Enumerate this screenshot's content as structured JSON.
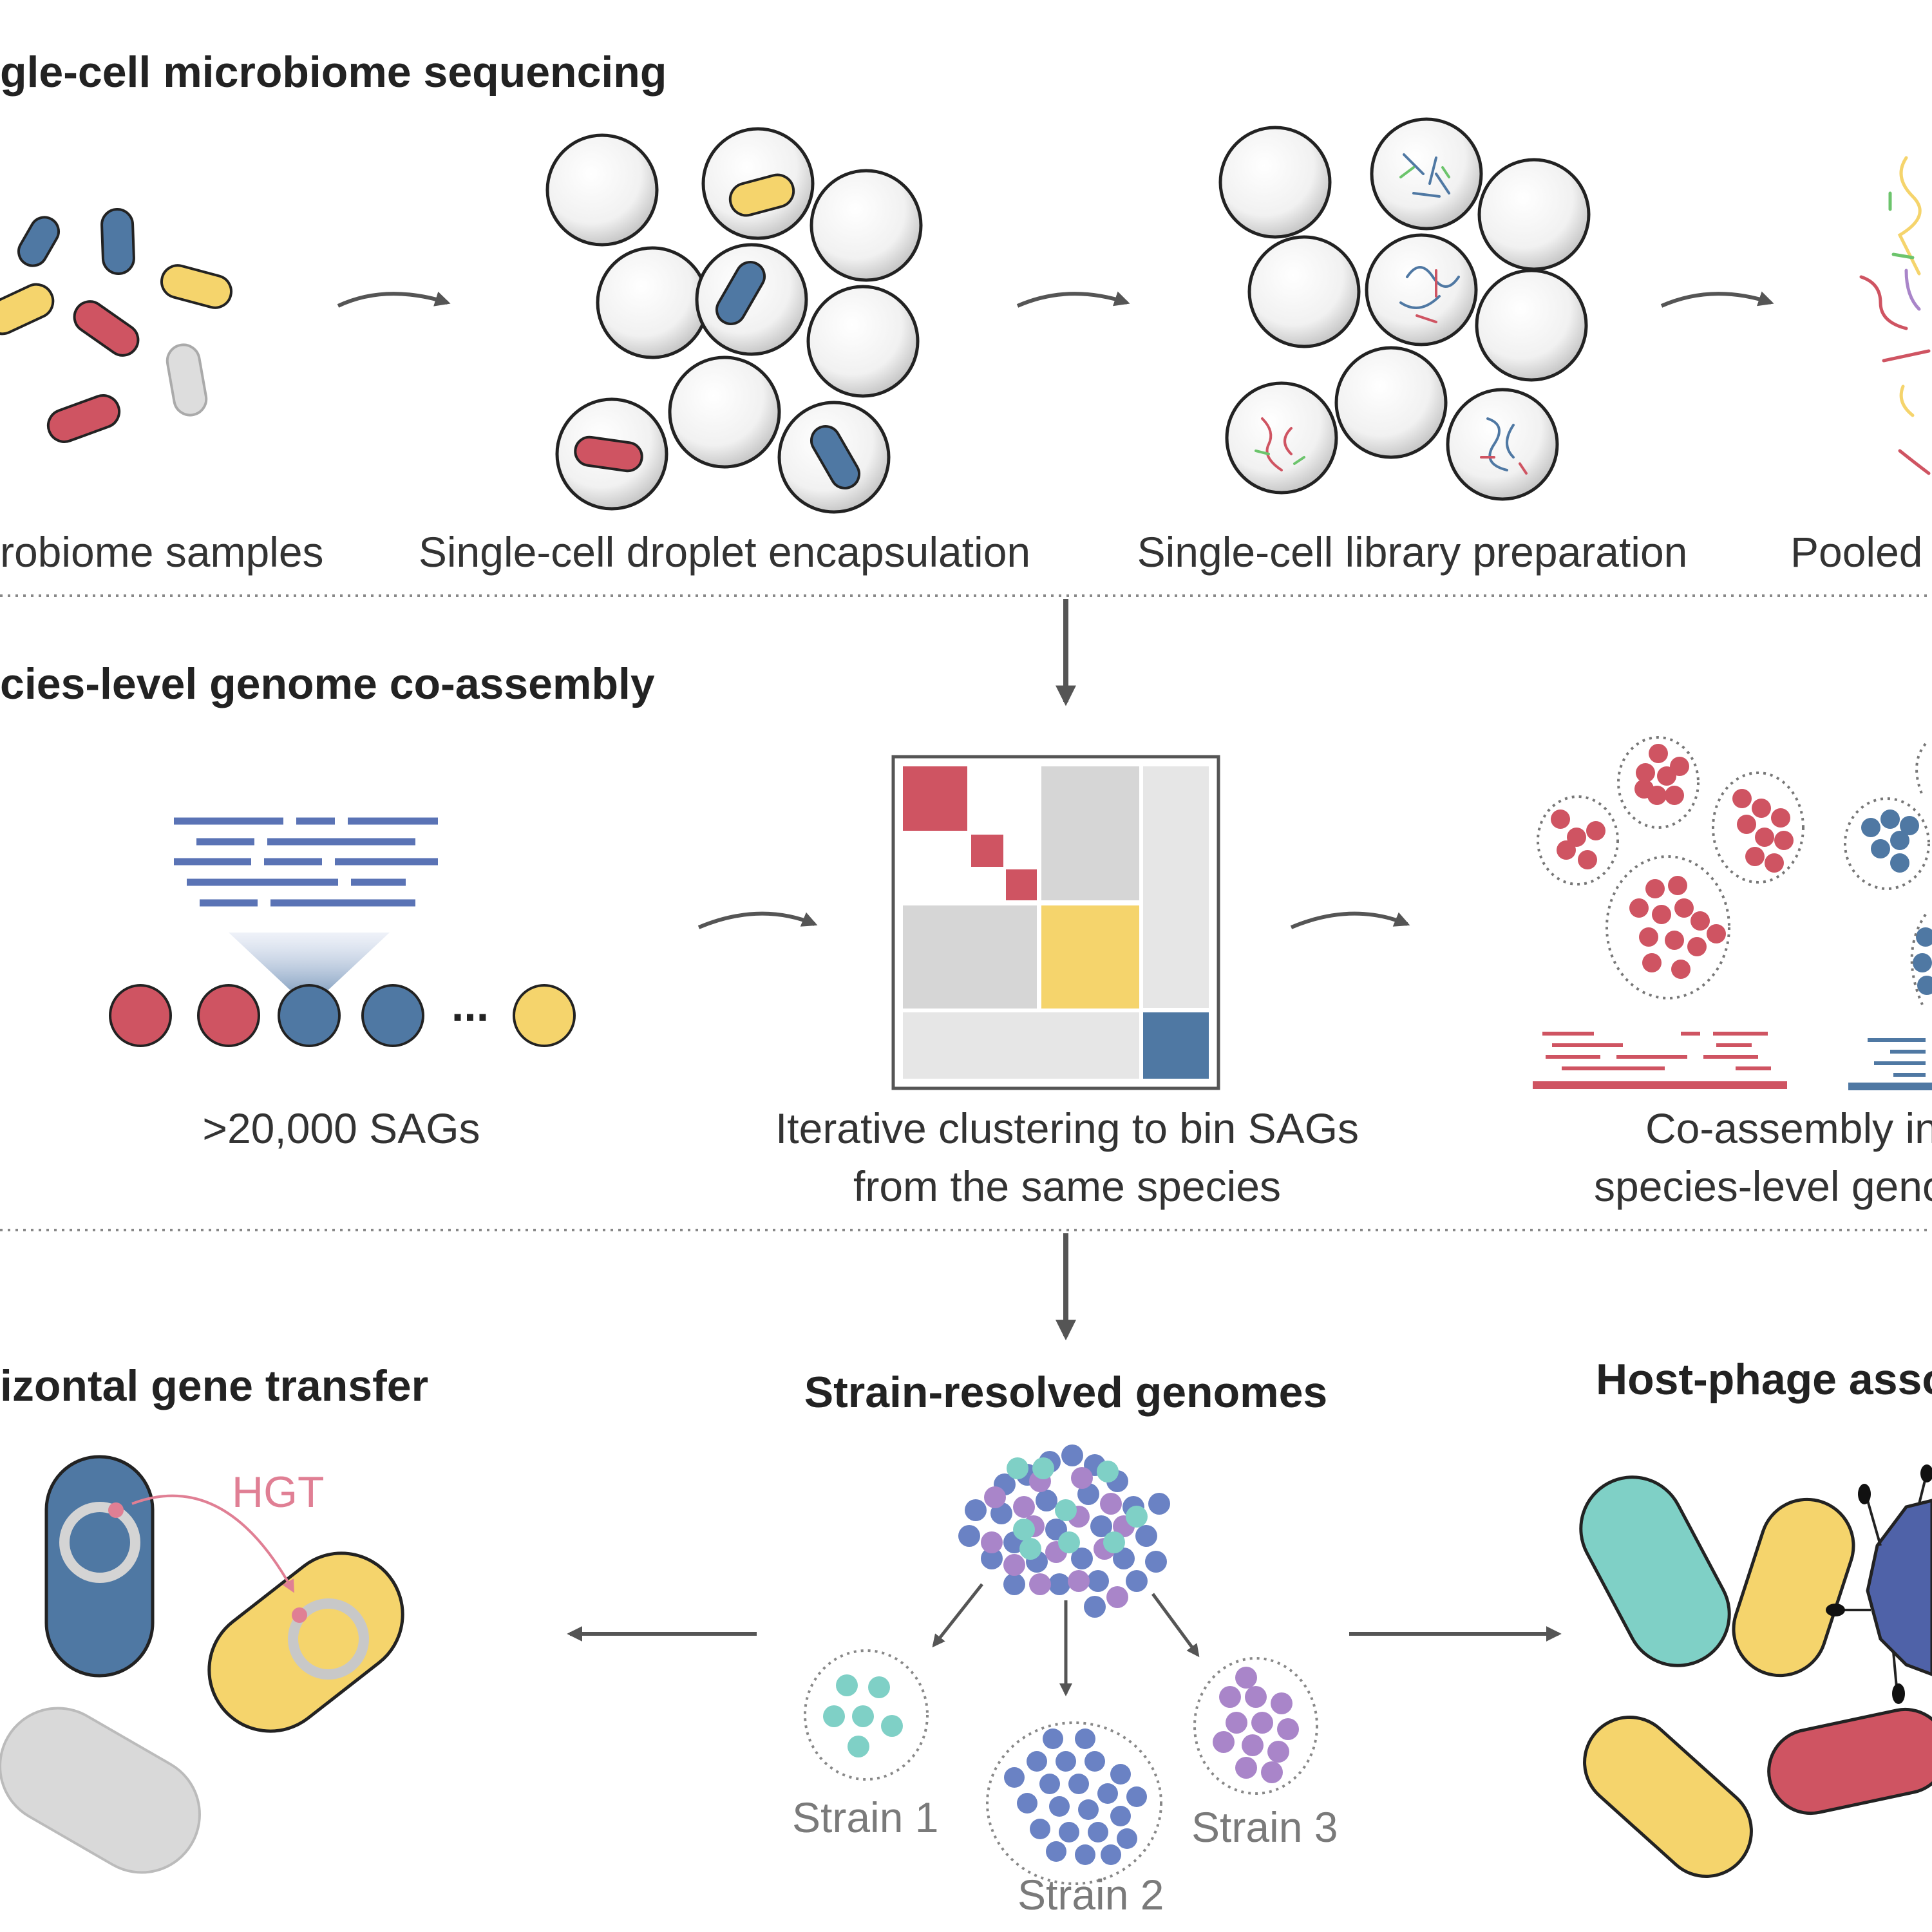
{
  "headings": {
    "sequencing": "gle-cell microbiome sequencing",
    "coassembly": "cies-level genome co-assembly",
    "hgt": "izontal gene transfer",
    "strains": "Strain-resolved genomes",
    "phage": "Host-phage asso"
  },
  "steps": {
    "samples": "robiome samples",
    "droplet": "Single-cell droplet encapsulation",
    "library": "Single-cell library preparation",
    "pooled": "Pooled "
  },
  "coassembly": {
    "sags": ">20,000 SAGs",
    "ellipsis": "...",
    "clustering_line1": "Iterative clustering to bin SAGs",
    "clustering_line2": "from the same species",
    "result_line1": "Co-assembly in",
    "result_line2": "species-level geno"
  },
  "hgt_label": "HGT",
  "strains": {
    "s1": "Strain 1",
    "s2": "Strain 2",
    "s3": "Strain 3"
  },
  "colors": {
    "red": "#cf5462",
    "blue": "#4f78a3",
    "yellow": "#f5d46c",
    "gray": "#d9d9d9",
    "teal": "#7fd0c6",
    "purple": "#a985c9",
    "indigo": "#6a82c4",
    "pink": "#e07f94"
  }
}
